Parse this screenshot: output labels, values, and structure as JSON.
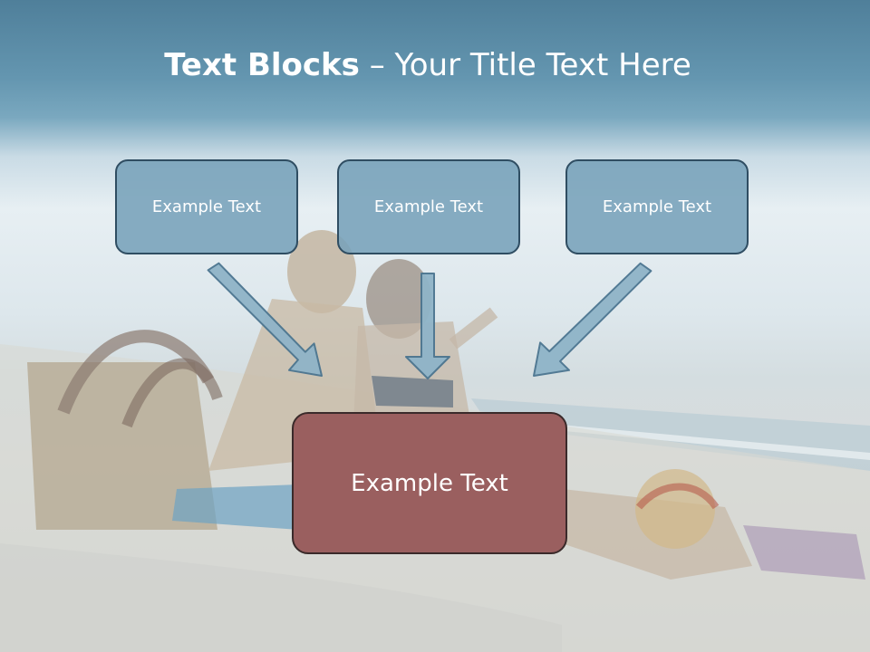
{
  "title": {
    "bold": "Text Blocks",
    "rest": " – Your Title Text Here"
  },
  "blocks": {
    "left": "Example Text",
    "center": "Example Text",
    "right": "Example Text",
    "main": "Example Text"
  },
  "colors": {
    "header": "#5d8ea8",
    "block_fill": "#78a2ba",
    "block_border": "#2f4d62",
    "main_fill": "#9a5f5f",
    "main_border": "#3a2a2a",
    "arrow_fill": "#8fb4c8",
    "arrow_stroke": "#4b7590"
  }
}
